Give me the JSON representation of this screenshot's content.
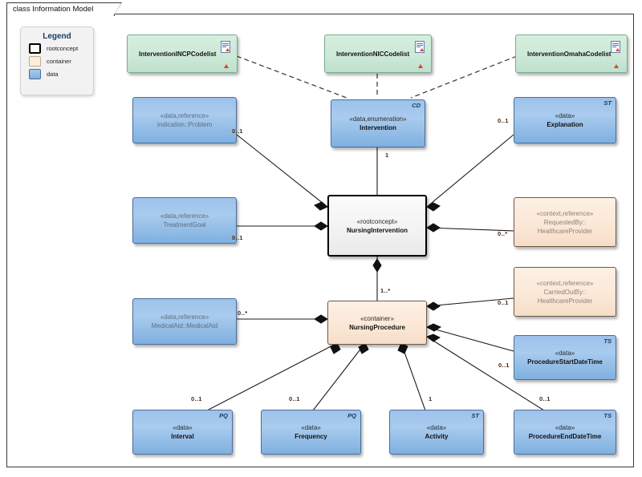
{
  "diagram": {
    "title": "class Information Model",
    "legend": {
      "title": "Legend",
      "items": [
        {
          "label": "rootconcept",
          "swatch": "rootconcept"
        },
        {
          "label": "container",
          "swatch": "container"
        },
        {
          "label": "data",
          "swatch": "data"
        }
      ]
    },
    "colors": {
      "data_fill": "#9dc2ea",
      "container_fill": "#fbe7d6",
      "rootconcept_fill": "#f4f4f4",
      "codelist_fill": "#cde9d8",
      "line": "#1a1a1a",
      "multiplicity_text": "#4a2a10"
    },
    "nodes": [
      {
        "id": "intervention-ncp-codelist",
        "name": "InterventionINCPCodelist",
        "kind": "codelist",
        "stereotype": "",
        "type_code": "",
        "icon": "document-icon"
      },
      {
        "id": "intervention-nic-codelist",
        "name": "InterventionNICCodelist",
        "kind": "codelist",
        "stereotype": "",
        "type_code": "",
        "icon": "document-icon"
      },
      {
        "id": "intervention-omaha-codelist",
        "name": "InterventionOmahaCodelist",
        "kind": "codelist",
        "stereotype": "",
        "type_code": "",
        "icon": "document-icon"
      },
      {
        "id": "indication-problem",
        "name": "Indication::Problem",
        "kind": "data",
        "stereotype": "«data,reference»",
        "type_code": "",
        "faded": true
      },
      {
        "id": "intervention",
        "name": "Intervention",
        "kind": "data",
        "stereotype": "«data,enumeration»",
        "type_code": "CD",
        "faded": false
      },
      {
        "id": "explanation",
        "name": "Explanation",
        "kind": "data",
        "stereotype": "«data»",
        "type_code": "ST",
        "faded": false
      },
      {
        "id": "treatment-goal",
        "name": "TreatmentGoal",
        "kind": "data",
        "stereotype": "«data,reference»",
        "type_code": "",
        "faded": true
      },
      {
        "id": "nursing-intervention",
        "name": "NursingIntervention",
        "kind": "rootconcept",
        "stereotype": "«rootconcept»",
        "type_code": "",
        "faded": false
      },
      {
        "id": "requested-by",
        "name": "RequestedBy::",
        "name2": "HealthcareProvider",
        "kind": "container",
        "stereotype": "«context,reference»",
        "type_code": "",
        "faded": true
      },
      {
        "id": "carried-out-by",
        "name": "CarriedOutBy::",
        "name2": "HealthcareProvider",
        "kind": "container",
        "stereotype": "«context,reference»",
        "type_code": "",
        "faded": true
      },
      {
        "id": "medical-aid",
        "name": "MedicalAid::MedicalAid",
        "kind": "data",
        "stereotype": "«data,reference»",
        "type_code": "",
        "faded": true
      },
      {
        "id": "nursing-procedure",
        "name": "NursingProcedure",
        "kind": "container",
        "stereotype": "«container»",
        "type_code": "",
        "faded": false
      },
      {
        "id": "procedure-start-datetime",
        "name": "ProcedureStartDateTime",
        "kind": "data",
        "stereotype": "«data»",
        "type_code": "TS",
        "faded": false
      },
      {
        "id": "interval",
        "name": "Interval",
        "kind": "data",
        "stereotype": "«data»",
        "type_code": "PQ",
        "faded": false
      },
      {
        "id": "frequency",
        "name": "Frequency",
        "kind": "data",
        "stereotype": "«data»",
        "type_code": "PQ",
        "faded": false
      },
      {
        "id": "activity",
        "name": "Activity",
        "kind": "data",
        "stereotype": "«data»",
        "type_code": "ST",
        "faded": false
      },
      {
        "id": "procedure-end-datetime",
        "name": "ProcedureEndDateTime",
        "kind": "data",
        "stereotype": "«data»",
        "type_code": "TS",
        "faded": false
      }
    ],
    "multiplicities": [
      {
        "id": "m-indication",
        "value": "0..1",
        "for": "indication-problem"
      },
      {
        "id": "m-intervention",
        "value": "1",
        "for": "intervention"
      },
      {
        "id": "m-explanation",
        "value": "0..1",
        "for": "explanation"
      },
      {
        "id": "m-treatmentgoal",
        "value": "0..1",
        "for": "treatment-goal"
      },
      {
        "id": "m-requestedby",
        "value": "0..*",
        "for": "requested-by"
      },
      {
        "id": "m-carriedoutby",
        "value": "0..1",
        "for": "carried-out-by"
      },
      {
        "id": "m-nursingprocedure",
        "value": "1..*",
        "for": "nursing-procedure"
      },
      {
        "id": "m-medicalaid",
        "value": "0..*",
        "for": "medical-aid"
      },
      {
        "id": "m-procstart",
        "value": "0..1",
        "for": "procedure-start-datetime"
      },
      {
        "id": "m-interval",
        "value": "0..1",
        "for": "interval"
      },
      {
        "id": "m-frequency",
        "value": "0..1",
        "for": "frequency"
      },
      {
        "id": "m-activity",
        "value": "1",
        "for": "activity"
      },
      {
        "id": "m-procend",
        "value": "0..1",
        "for": "procedure-end-datetime"
      }
    ],
    "relations": [
      {
        "from": "intervention-ncp-codelist",
        "to": "intervention",
        "style": "dashed",
        "kind": "dependency"
      },
      {
        "from": "intervention-nic-codelist",
        "to": "intervention",
        "style": "dashed",
        "kind": "dependency"
      },
      {
        "from": "intervention-omaha-codelist",
        "to": "intervention",
        "style": "dashed",
        "kind": "dependency"
      },
      {
        "from": "indication-problem",
        "to": "nursing-intervention",
        "style": "solid",
        "kind": "composition"
      },
      {
        "from": "intervention",
        "to": "nursing-intervention",
        "style": "solid",
        "kind": "composition"
      },
      {
        "from": "explanation",
        "to": "nursing-intervention",
        "style": "solid",
        "kind": "composition"
      },
      {
        "from": "treatment-goal",
        "to": "nursing-intervention",
        "style": "solid",
        "kind": "composition"
      },
      {
        "from": "requested-by",
        "to": "nursing-intervention",
        "style": "solid",
        "kind": "composition"
      },
      {
        "from": "carried-out-by",
        "to": "nursing-procedure",
        "style": "solid",
        "kind": "composition"
      },
      {
        "from": "nursing-procedure",
        "to": "nursing-intervention",
        "style": "solid",
        "kind": "composition"
      },
      {
        "from": "medical-aid",
        "to": "nursing-procedure",
        "style": "solid",
        "kind": "composition"
      },
      {
        "from": "procedure-start-datetime",
        "to": "nursing-procedure",
        "style": "solid",
        "kind": "composition"
      },
      {
        "from": "interval",
        "to": "nursing-procedure",
        "style": "solid",
        "kind": "composition"
      },
      {
        "from": "frequency",
        "to": "nursing-procedure",
        "style": "solid",
        "kind": "composition"
      },
      {
        "from": "activity",
        "to": "nursing-procedure",
        "style": "solid",
        "kind": "composition"
      },
      {
        "from": "procedure-end-datetime",
        "to": "nursing-procedure",
        "style": "solid",
        "kind": "composition"
      }
    ]
  }
}
